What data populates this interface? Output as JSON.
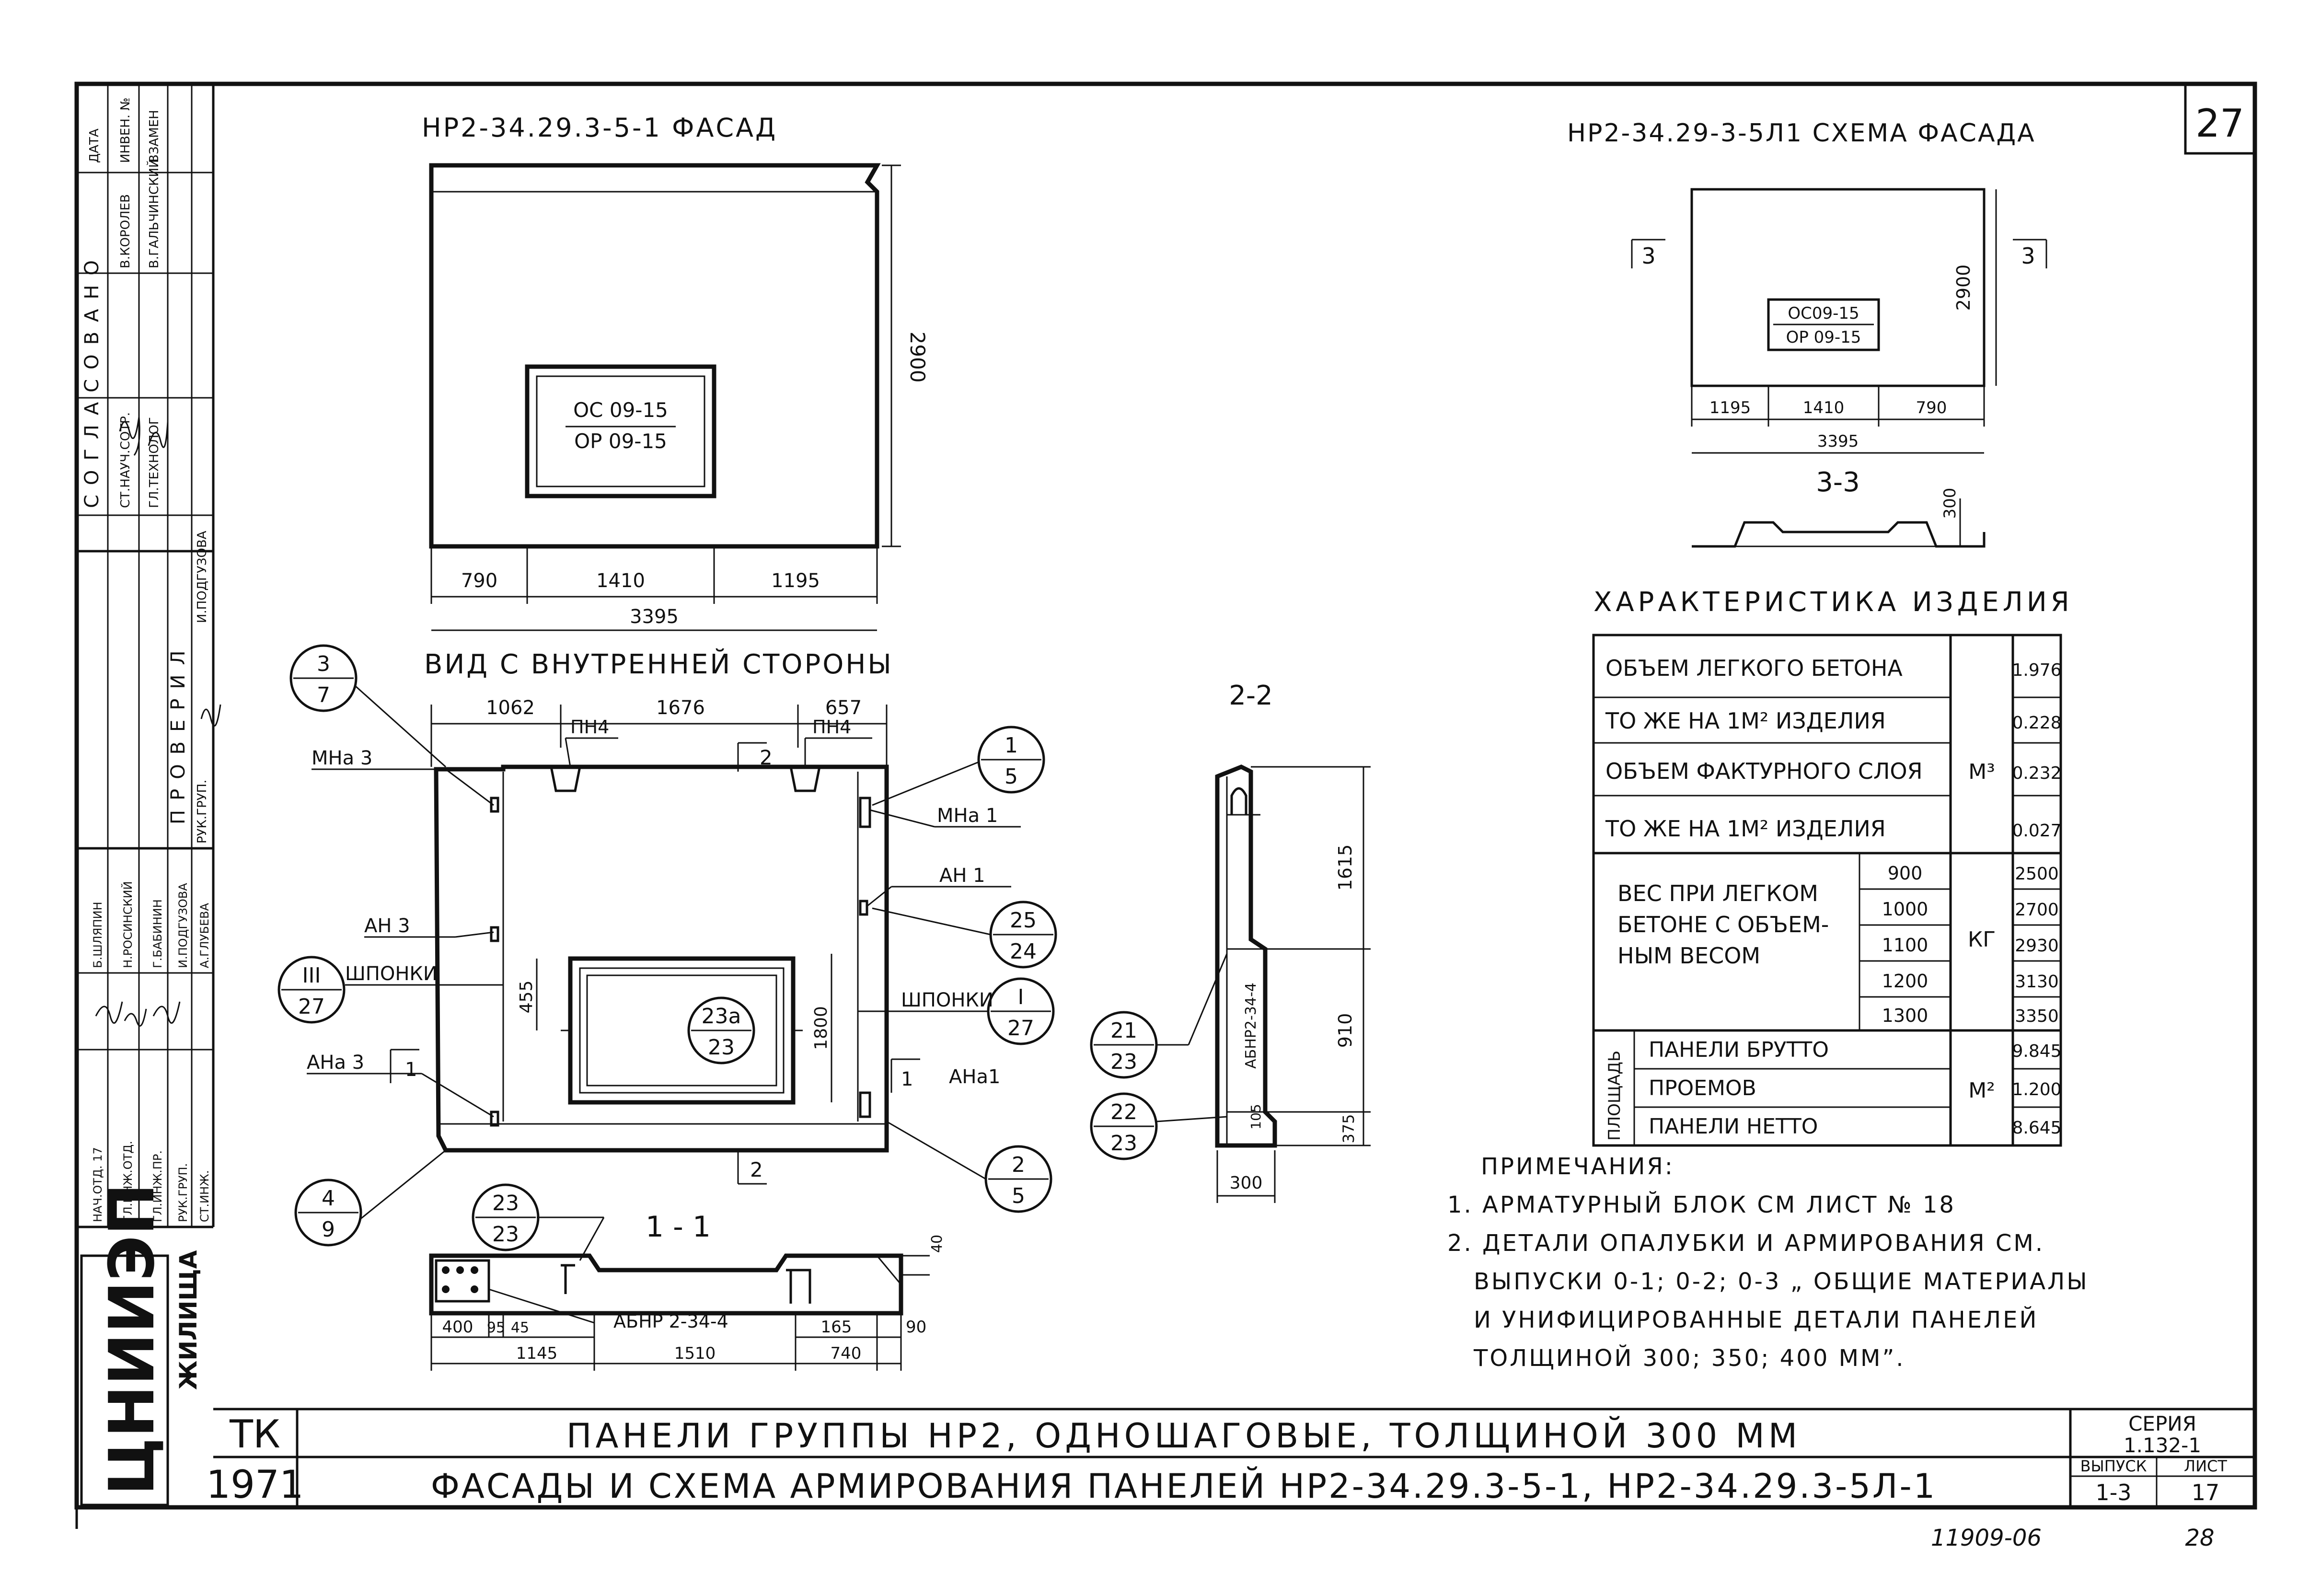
{
  "sheet_number": "27",
  "facade": {
    "title": "НР2-34.29.3-5-1  ФАСАД",
    "opening_top": "ОС 09-15",
    "opening_bottom": "ОР 09-15",
    "height": "2900",
    "dim_left": "790",
    "dim_mid": "1410",
    "dim_right": "1195",
    "dim_total": "3395"
  },
  "scheme": {
    "title": "НР2-34.29-3-5Л1 СХЕМА ФАСАДА",
    "opening_top": "ОС09-15",
    "opening_bottom": "ОР 09-15",
    "height": "2900",
    "dim_left": "1195",
    "dim_mid": "1410",
    "dim_right": "790",
    "dim_total": "3395",
    "cut_left": "3",
    "cut_right": "3",
    "section_label": "3-3",
    "section_dim": "300"
  },
  "inner_view": {
    "title": "ВИД  С ВНУТРЕННЕЙ СТОРОНЫ",
    "dim_top": [
      "1062",
      "1676",
      "657"
    ],
    "pn_left": "ПН4",
    "pn_right": "ПН4",
    "cut2": "2",
    "dim_455": "455",
    "dim_1800": "1800",
    "labels": {
      "mna3": "МНа 3",
      "mna1": "МНа 1",
      "an3": "АН 3",
      "an1": "АН 1",
      "shponki_left": "ШПОНКИ",
      "shponki_right": "ШПОНКИ",
      "ana3": "АНа 3",
      "ana1": "АНа1",
      "cut1": "1"
    },
    "callouts": [
      {
        "top": "3",
        "bottom": "7"
      },
      {
        "top": "1",
        "bottom": "5"
      },
      {
        "top": "25",
        "bottom": "24"
      },
      {
        "top": "III",
        "bottom": "27"
      },
      {
        "top": "I",
        "bottom": "27"
      },
      {
        "top": "23а",
        "bottom": "23"
      },
      {
        "top": "4",
        "bottom": "9"
      },
      {
        "top": "2",
        "bottom": "5"
      }
    ]
  },
  "section_22": {
    "title": "2-2",
    "dim_1615": "1615",
    "dim_910": "910",
    "dim_375": "375",
    "dim_105": "105",
    "dim_300": "300",
    "block": "АБНР2-34-4",
    "callouts": [
      {
        "top": "21",
        "bottom": "23"
      },
      {
        "top": "22",
        "bottom": "23"
      }
    ]
  },
  "section_11": {
    "title": "1 - 1",
    "callout": {
      "top": "23",
      "bottom": "23"
    },
    "block": "АБНР 2-34-4",
    "dims_a": [
      "400",
      "95",
      "45"
    ],
    "dim_1145": "1145",
    "dim_1510": "1510",
    "dim_165": "165",
    "dim_90": "90",
    "dim_740": "740",
    "dim_40": "40"
  },
  "characteristics": {
    "title": "ХАРАКТЕРИСТИКА  ИЗДЕЛИЯ",
    "rows": [
      {
        "label": "ОБЪЕМ ЛЕГКОГО БЕТОНА",
        "value": "1.976"
      },
      {
        "label": "ТО ЖЕ НА 1М² ИЗДЕЛИЯ",
        "value": "0.228"
      },
      {
        "label": "ОБЪЕМ ФАКТУРНОГО СЛОЯ",
        "value": "0.232"
      },
      {
        "label": "ТО ЖЕ НА 1М² ИЗДЕЛИЯ",
        "value": "0.027"
      }
    ],
    "unit_m3": "М³",
    "weight_label": [
      "ВЕС ПРИ ЛЕГКОМ",
      "БЕТОНЕ С ОБЪЕМ-",
      "НЫМ  ВЕСОМ"
    ],
    "weight_rows": [
      {
        "density": "900",
        "value": "2500"
      },
      {
        "density": "1000",
        "value": "2700"
      },
      {
        "density": "1100",
        "value": "2930"
      },
      {
        "density": "1200",
        "value": "3130"
      },
      {
        "density": "1300",
        "value": "3350"
      }
    ],
    "unit_kg": "КГ",
    "area_label": "ПЛОЩАДЬ",
    "area_rows": [
      {
        "label": "ПАНЕЛИ  БРУТТО",
        "value": "9.845"
      },
      {
        "label": "ПРОЕМОВ",
        "value": "1.200"
      },
      {
        "label": "ПАНЕЛИ  НЕТТО",
        "value": "8.645"
      }
    ],
    "unit_m2": "М²"
  },
  "notes": {
    "title": "ПРИМЕЧАНИЯ:",
    "lines": [
      "1. АРМАТУРНЫЙ БЛОК СМ ЛИСТ № 18",
      "2. ДЕТАЛИ ОПАЛУБКИ И АРМИРОВАНИЯ СМ.",
      "ВЫПУСКИ 0-1; 0-2; 0-3 „ ОБЩИЕ  МАТЕРИАЛЫ",
      "И УНИФИЦИРОВАННЫЕ  ДЕТАЛИ  ПАНЕЛЕЙ",
      "ТОЛЩИНОЙ    300; 350; 400 ММ”."
    ]
  },
  "sidebar": {
    "soglasovano": "СОГЛАСОВАНО",
    "proveril": "ПРОВЕРИЛ",
    "header_cols": [
      "ДАТА",
      "ИНВЕН. №",
      "ВЗАМЕН"
    ],
    "approvals": [
      {
        "role": "СТ.НАУЧ.СОТР.",
        "name": "В.КОРОЛЕВ"
      },
      {
        "role": "ГЛ.ТЕХНОЛОГ",
        "name": "В.ГАЛЬЧИНСКИЙ"
      }
    ],
    "checkers": [
      {
        "role": "РУК.ГРУП.",
        "name": "И.ПОДГУЗОВА"
      }
    ],
    "staff": [
      {
        "role": "НАЧ.ОТД. 17",
        "name": "Б.ШЛЯПИН"
      },
      {
        "role": "ГЛ.ИНЖ.ОТД.",
        "name": "Н.РОСИНСКИЙ"
      },
      {
        "role": "ГЛ.ИНЖ.ПР.",
        "name": "Г.БАБИНИН"
      },
      {
        "role": "РУК.ГРУП.",
        "name": "И.ПОДГУЗОВА"
      },
      {
        "role": "СТ.ИНЖ.",
        "name": "А.ГЛУБЕВА"
      }
    ],
    "org": "ЦНИИЭП",
    "org_suffix": "ЖИЛИЩА"
  },
  "title_block": {
    "code": "ТК",
    "year": "1971",
    "line1": "ПАНЕЛИ  ГРУППЫ  НР2,  ОДНОШАГОВЫЕ,  ТОЛЩИНОЙ  300 ММ",
    "line2": "ФАСАДЫ И СХЕМА АРМИРОВАНИЯ ПАНЕЛЕЙ  НР2-34.29.3-5-1,  НР2-34.29.3-5Л-1",
    "series_label": "СЕРИЯ",
    "series": "1.132-1",
    "issue_label": "ВЫПУСК",
    "issue": "1-3",
    "sheet_label": "ЛИСТ",
    "sheet": "17"
  },
  "footer": {
    "code": "11909-06",
    "page": "28"
  }
}
